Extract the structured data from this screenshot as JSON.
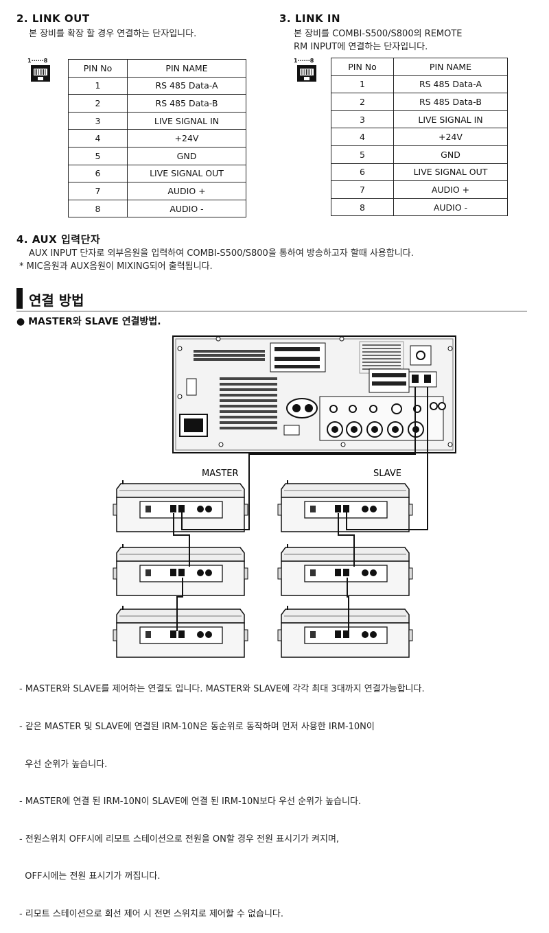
{
  "link_out": {
    "heading": "2. LINK OUT",
    "desc": "본 장비를 확장 할 경우 연결하는 단자입니다.",
    "pin_label": "1······8",
    "headers": [
      "PIN No",
      "PIN NAME"
    ],
    "rows": [
      [
        "1",
        "RS 485 Data-A"
      ],
      [
        "2",
        "RS 485 Data-B"
      ],
      [
        "3",
        "LIVE SIGNAL IN"
      ],
      [
        "4",
        "+24V"
      ],
      [
        "5",
        "GND"
      ],
      [
        "6",
        "LIVE SIGNAL OUT"
      ],
      [
        "7",
        "AUDIO +"
      ],
      [
        "8",
        "AUDIO -"
      ]
    ]
  },
  "link_in": {
    "heading": "3. LINK IN",
    "desc_line1": "본 장비를 COMBI-S500/S800의 REMOTE",
    "desc_line2": "RM INPUT에 연결하는 단자입니다.",
    "pin_label": "1······8",
    "headers": [
      "PIN No",
      "PIN NAME"
    ],
    "rows": [
      [
        "1",
        "RS 485 Data-A"
      ],
      [
        "2",
        "RS 485 Data-B"
      ],
      [
        "3",
        "LIVE SIGNAL IN"
      ],
      [
        "4",
        "+24V"
      ],
      [
        "5",
        "GND"
      ],
      [
        "6",
        "LIVE SIGNAL OUT"
      ],
      [
        "7",
        "AUDIO +"
      ],
      [
        "8",
        "AUDIO -"
      ]
    ]
  },
  "aux": {
    "heading": "4. AUX 입력단자",
    "line1": "AUX INPUT 단자로 외부음원을 입력하여 COMBI-S500/S800을 통하여 방송하고자 할때 사용합니다.",
    "line2": "* MIC음원과 AUX음원이 MIXING되어 출력됩니다."
  },
  "section": {
    "title": "연결 방법",
    "bullet": "● MASTER와 SLAVE 연결방법."
  },
  "diagram": {
    "master_label": "MASTER",
    "slave_label": "SLAVE"
  },
  "notes": [
    "- MASTER와 SLAVE를 제어하는 연결도 입니다. MASTER와 SLAVE에 각각 최대 3대까지 연결가능합니다.",
    "- 같은 MASTER 및 SLAVE에 연결된 IRM-10N은 동순위로 동작하며 먼저 사용한 IRM-10N이",
    "  우선 순위가 높습니다.",
    "- MASTER에 연결 된 IRM-10N이 SLAVE에 연결 된 IRM-10N보다 우선 순위가 높습니다.",
    "- 전원스위치 OFF시에 리모트 스테이션으로 전원을 ON할 경우 전원 표시기가 켜지며,",
    "  OFF시에는 전원 표시기가 꺼집니다.",
    "- 리모트 스테이션으로 회선 제어 시 전면 스위치로 제어할 수 없습니다."
  ]
}
